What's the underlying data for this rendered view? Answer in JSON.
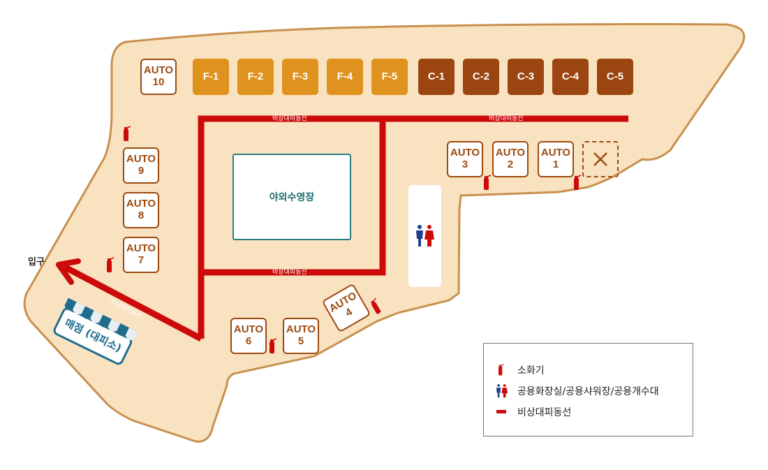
{
  "entrance_label": "입구",
  "pool_label": "야외수영장",
  "store_label": "매점 (대피소)",
  "route_label": "비상대피동선",
  "sites_top": [
    {
      "label": "AUTO 10",
      "kind": "auto"
    },
    {
      "label": "F-1",
      "kind": "f"
    },
    {
      "label": "F-2",
      "kind": "f"
    },
    {
      "label": "F-3",
      "kind": "f"
    },
    {
      "label": "F-4",
      "kind": "f"
    },
    {
      "label": "F-5",
      "kind": "f"
    },
    {
      "label": "C-1",
      "kind": "c"
    },
    {
      "label": "C-2",
      "kind": "c"
    },
    {
      "label": "C-3",
      "kind": "c"
    },
    {
      "label": "C-4",
      "kind": "c"
    },
    {
      "label": "C-5",
      "kind": "c"
    }
  ],
  "auto_sites": {
    "auto_1": {
      "name": "AUTO",
      "num": "1"
    },
    "auto_2": {
      "name": "AUTO",
      "num": "2"
    },
    "auto_3": {
      "name": "AUTO",
      "num": "3"
    },
    "auto_4": {
      "name": "AUTO",
      "num": "4"
    },
    "auto_5": {
      "name": "AUTO",
      "num": "5"
    },
    "auto_6": {
      "name": "AUTO",
      "num": "6"
    },
    "auto_7": {
      "name": "AUTO",
      "num": "7"
    },
    "auto_8": {
      "name": "AUTO",
      "num": "8"
    },
    "auto_9": {
      "name": "AUTO",
      "num": "9"
    },
    "auto_10": {
      "name": "AUTO",
      "num": "10"
    }
  },
  "legend": {
    "extinguisher": "소화기",
    "facilities": "공용화장실/공용샤워장/공용개수대",
    "evacuation_route": "비상대피동선"
  },
  "colors": {
    "ground": "#f8e2c0",
    "ground_border": "#c8904e",
    "route": "#cc0a0a",
    "site_f": "#e0921f",
    "site_c": "#9b4510",
    "auto_border": "#9c4a10",
    "pool_border": "#2f7c7f",
    "store": "#1f6d8e"
  },
  "icons": {
    "extinguisher": "fire-extinguisher-icon",
    "restroom": "restroom-people-icon",
    "route": "evacuation-route-line-icon",
    "closed_site": "x-mark-icon"
  }
}
